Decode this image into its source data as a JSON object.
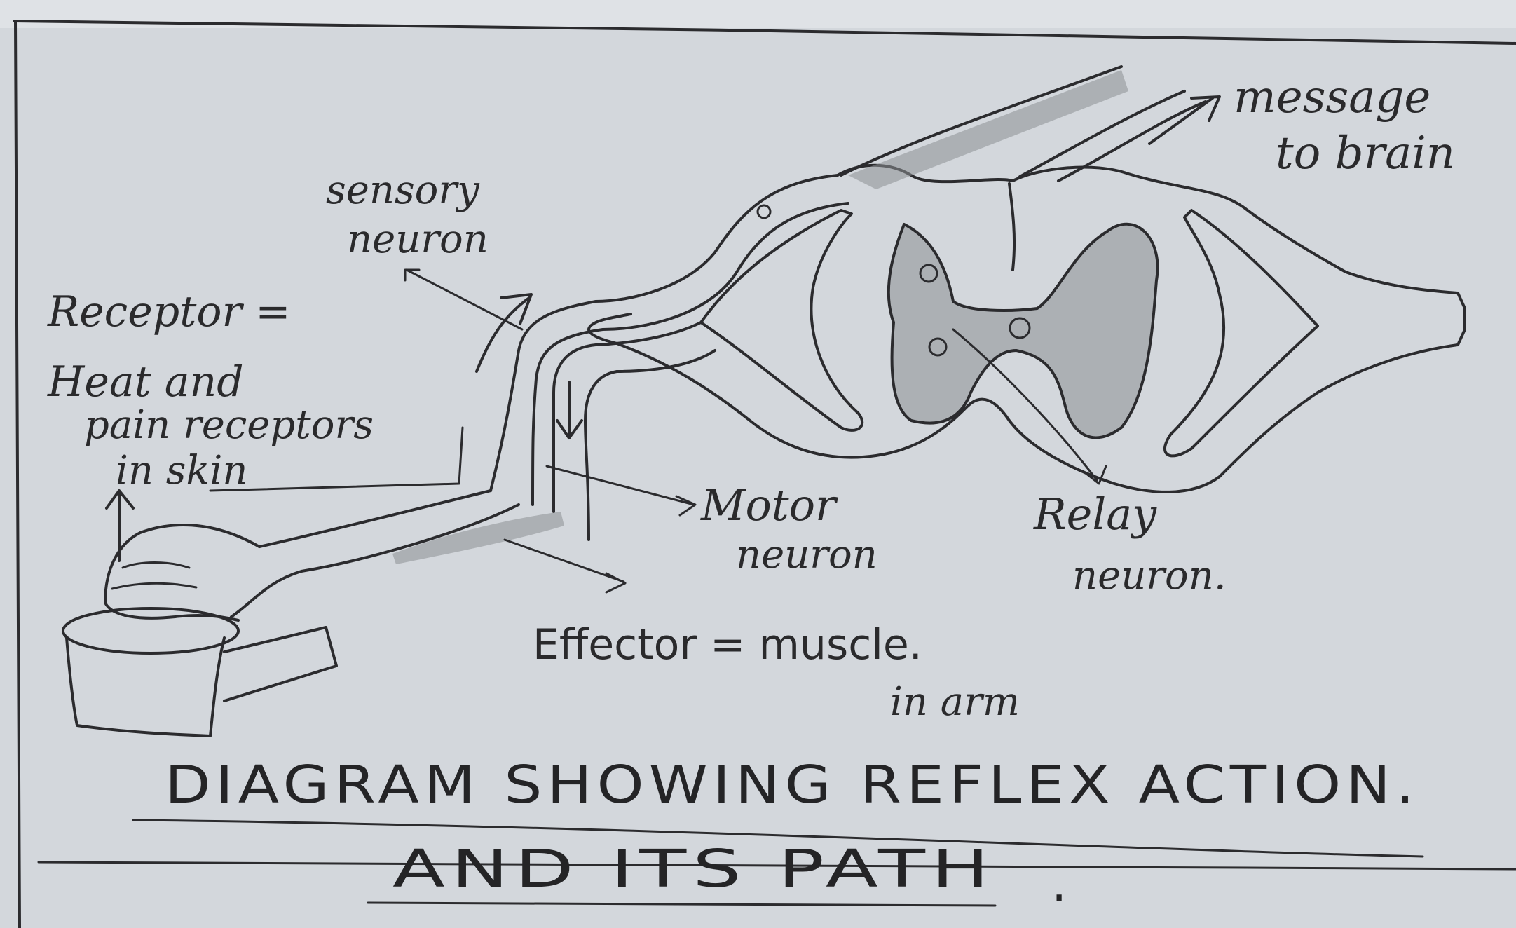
{
  "labels": {
    "message_line1": "message",
    "message_line2": "to brain",
    "sensory_line1": "sensory",
    "sensory_line2": "neuron",
    "receptor_line1": "Receptor =",
    "receptor_line2": "Heat and",
    "receptor_line3": "pain receptors",
    "receptor_line4": "in skin",
    "motor_line1": "Motor",
    "motor_line2": "neuron",
    "relay_line1": "Relay",
    "relay_line2": "neuron.",
    "effector_line1": "Effector = muscle.",
    "effector_line2": "in arm"
  },
  "title": {
    "line1": "DIAGRAM SHOWING REFLEX ACTION.",
    "line2": "AND ITS PATH",
    "trailing_dot": "."
  }
}
